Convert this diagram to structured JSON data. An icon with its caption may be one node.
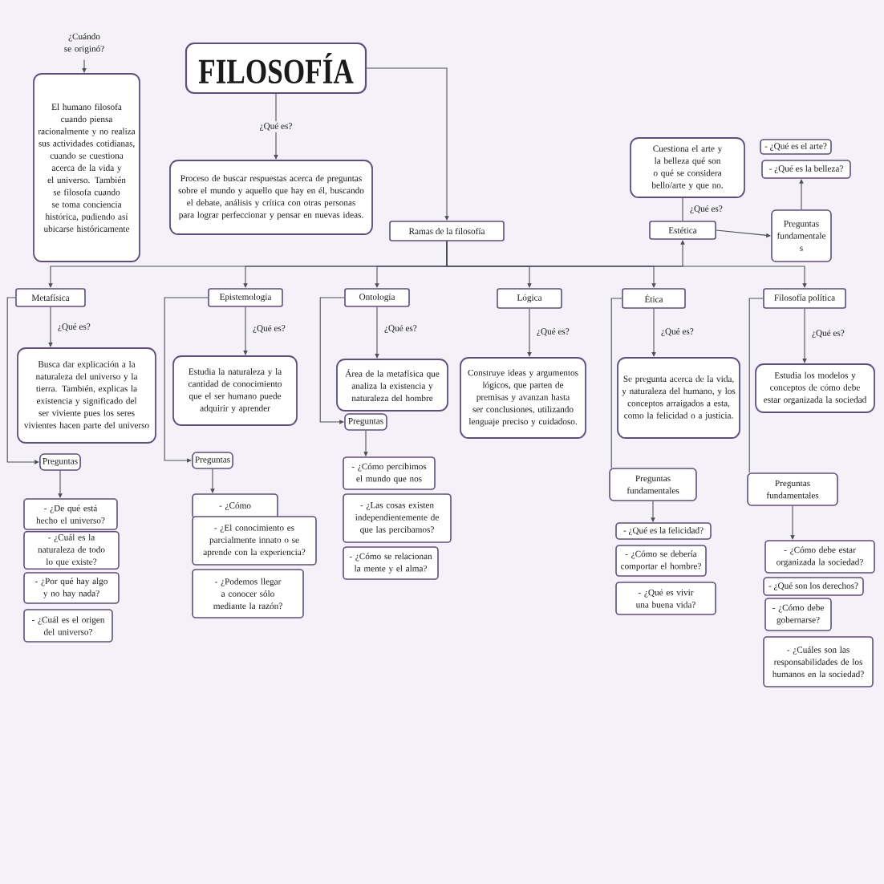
{
  "diagram": {
    "nodes": [
      {
        "text": [
          "¿Cuándo se originó?"
        ]
      },
      {
        "text": [
          "El humano filosofa cuando piensa racionalmente y no realiza sus actividades cotidianas, cuando se cuestiona acerca de la vida y el universo. También se filosofa cuando se toma conciencia histórica, pudiendo así ubicarse históricamente"
        ]
      },
      {
        "text": [
          "FILOSOFÍA"
        ]
      },
      {
        "text": [
          "Proceso de buscar respuestas acerca de preguntas sobre el mundo y aquello que hay en él, buscando el debate, análisis y crítica con otras personas para lograr perfeccionar y pensar en nuevas ideas."
        ]
      },
      {
        "text": [
          "Ramas de la filosofía"
        ]
      },
      {
        "text": [
          "Cuestiona el arte y la belleza qué son o qué se considera bello/arte y que no."
        ]
      },
      {
        "text": [
          "- ¿Qué es el arte?"
        ]
      },
      {
        "text": [
          "- ¿Qué es la belleza?"
        ]
      },
      {
        "text": [
          "Estética"
        ]
      },
      {
        "text": [
          "Preguntas fundamentale s"
        ]
      },
      {
        "text": [
          "Metafísica"
        ]
      },
      {
        "text": [
          "Busca dar explicación a la naturaleza del universo y la tierra. También, explicas la existencia y significado del ser viviente pues los seres vivientes hacen parte del universo"
        ]
      },
      {
        "text": [
          "Preguntas"
        ]
      },
      {
        "text": [
          "- ¿De qué está hecho el universo?"
        ]
      },
      {
        "text": [
          "- ¿Cuál es la naturaleza de todo lo que existe?"
        ]
      },
      {
        "text": [
          "- ¿Por qué hay algo y no hay nada?"
        ]
      },
      {
        "text": [
          "- ¿Cuál es el origen del universo?"
        ]
      },
      {
        "text": [
          "Epistemología"
        ]
      },
      {
        "text": [
          "Estudia la naturaleza y la cantidad de conocimiento que el ser humano puede adquirir y aprender"
        ]
      },
      {
        "text": [
          "Preguntas"
        ]
      },
      {
        "text": [
          "- ¿Cómo"
        ]
      },
      {
        "text": [
          "- ¿El conocimiento es parcialmente innato o se aprende con la experiencia?"
        ]
      },
      {
        "text": [
          "- ¿Podemos llegar a conocer sólo mediante la razón?"
        ]
      },
      {
        "text": [
          "Ontología"
        ]
      },
      {
        "text": [
          "Área de la metafísica que analiza la existencia y naturaleza del hombre"
        ]
      },
      {
        "text": [
          "Preguntas"
        ]
      },
      {
        "text": [
          "- ¿Cómo percibimos el mundo que nos"
        ]
      },
      {
        "text": [
          "- ¿Las cosas existen independientemente de que las percibamos?"
        ]
      },
      {
        "text": [
          "- ¿Cómo se relacionan la mente y el alma?"
        ]
      },
      {
        "text": [
          "Lógica"
        ]
      },
      {
        "text": [
          "Construye ideas y argumentos lógicos, que parten de premisas y avanzan hasta ser conclusiones, utilizando lenguaje preciso y cuidadoso."
        ]
      },
      {
        "text": [
          "Ética"
        ]
      },
      {
        "text": [
          "Se pregunta acerca de la vida, y naturaleza del humano, y los conceptos arraigados a esta, como la felicidad o a justicia."
        ]
      },
      {
        "text": [
          "Preguntas fundamentales"
        ]
      },
      {
        "text": [
          "- ¿Qué es la felicidad?"
        ]
      },
      {
        "text": [
          "- ¿Cómo se debería comportar el hombre?"
        ]
      },
      {
        "text": [
          "- ¿Qué es vivir una buena vida?"
        ]
      },
      {
        "text": [
          "Filosofía política"
        ]
      },
      {
        "text": [
          "Estudia los modelos y conceptos de cómo debe estar organizada la sociedad"
        ]
      },
      {
        "text": [
          "Preguntas fundamentales"
        ]
      },
      {
        "text": [
          "- ¿Cómo debe estar organizada la sociedad?"
        ]
      },
      {
        "text": [
          "- ¿Qué son los derechos?"
        ]
      },
      {
        "text": [
          "- ¿Cómo debe gobernarse?"
        ]
      },
      {
        "text": [
          "- ¿Cuáles son las responsabilidades de los humanos en la sociedad?"
        ]
      }
    ],
    "edges": [
      {
        "from": 0,
        "to": 1,
        "arrow": "to"
      },
      {
        "from": 2,
        "to": 3,
        "arrow": "to",
        "label": "¿Qué es?"
      },
      {
        "from": 2,
        "to": 4,
        "arrow": "to"
      },
      {
        "from": 4,
        "to": 8,
        "arrow": "to"
      },
      {
        "from": 4,
        "to": 10,
        "arrow": "to"
      },
      {
        "from": 4,
        "to": 17,
        "arrow": "to"
      },
      {
        "from": 4,
        "to": 23,
        "arrow": "to"
      },
      {
        "from": 4,
        "to": 29,
        "arrow": "to"
      },
      {
        "from": 4,
        "to": 31,
        "arrow": "to"
      },
      {
        "from": 4,
        "to": 37,
        "arrow": "to"
      },
      {
        "from": 8,
        "to": 5,
        "arrow": "none",
        "label": "¿Qué es?"
      },
      {
        "from": 8,
        "to": 9,
        "arrow": "to"
      },
      {
        "from": 9,
        "to": 7,
        "arrow": "to"
      },
      {
        "from": 10,
        "to": 11,
        "arrow": "to",
        "label": "¿Qué es?"
      },
      {
        "from": 10,
        "to": 12,
        "arrow": "to"
      },
      {
        "from": 12,
        "to": 13,
        "arrow": "to"
      },
      {
        "from": 17,
        "to": 18,
        "arrow": "to",
        "label": "¿Qué es?"
      },
      {
        "from": 17,
        "to": 19,
        "arrow": "to"
      },
      {
        "from": 19,
        "to": 20,
        "arrow": "to"
      },
      {
        "from": 23,
        "to": 24,
        "arrow": "to",
        "label": "¿Qué es?"
      },
      {
        "from": 23,
        "to": 25,
        "arrow": "to"
      },
      {
        "from": 25,
        "to": 26,
        "arrow": "to"
      },
      {
        "from": 29,
        "to": 30,
        "arrow": "to",
        "label": "¿Qué es?"
      },
      {
        "from": 31,
        "to": 32,
        "arrow": "to",
        "label": "¿Qué es?"
      },
      {
        "from": 31,
        "to": 33,
        "arrow": "none"
      },
      {
        "from": 33,
        "to": 34,
        "arrow": "to"
      },
      {
        "from": 37,
        "to": 38,
        "arrow": "to",
        "label": "¿Qué es?"
      },
      {
        "from": 37,
        "to": 39,
        "arrow": "none"
      },
      {
        "from": 39,
        "to": 40,
        "arrow": "to"
      }
    ]
  }
}
